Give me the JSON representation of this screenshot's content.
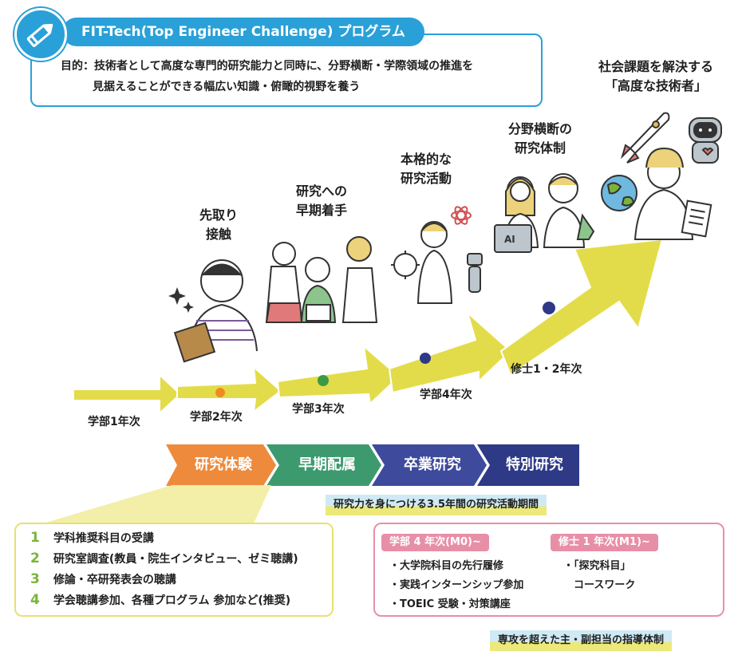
{
  "header": {
    "title": "FIT-Tech(Top Engineer Challenge) プログラム",
    "purpose_line1": "目的：技術者として高度な専門的研究能力と同時に、分野横断・学際領域の推進を",
    "purpose_line2": "見据えることができる幅広い知識・俯瞰的視野を養う"
  },
  "stages": {
    "s1": "先取り\n接触",
    "s2": "研究への\n早期着手",
    "s3": "本格的な\n研究活動",
    "s4": "分野横断の\n研究体制",
    "s5": "社会課題を解決する\n「高度な技術者」"
  },
  "years": {
    "y1": "学部1年次",
    "y2": "学部2年次",
    "y3": "学部3年次",
    "y4": "学部4年次",
    "y5": "修士1・2年次"
  },
  "icons": {
    "ai_label": "AI"
  },
  "phases": [
    {
      "label": "研究体験",
      "color": "#ee8a3c"
    },
    {
      "label": "早期配属",
      "color": "#3d9a6e"
    },
    {
      "label": "卒業研究",
      "color": "#3e4a9b"
    },
    {
      "label": "特別研究",
      "color": "#2e3a86"
    }
  ],
  "period_note": "研究力を身につける3.5年間の研究活動期間",
  "left_list": [
    {
      "num": "1",
      "text": "学科推奨科目の受講"
    },
    {
      "num": "2",
      "text": "研究室調査(教員・院生インタビュー、ゼミ聴講)"
    },
    {
      "num": "3",
      "text": "修論・卒研発表会の聴講"
    },
    {
      "num": "4",
      "text": "学会聴講参加、各種プログラム 参加など(推奨)"
    }
  ],
  "right_box": {
    "undergrad_title": "学部 4 年次(M0)~",
    "undergrad_items": [
      "・大学院科目の先行履修",
      "・実践インターンシップ参加",
      "・TOEIC 受験・対策講座"
    ],
    "master_title": "修士 1 年次(M1)~",
    "master_items": [
      "・「探究科目」",
      "　コースワーク"
    ]
  },
  "guidance_note": "専攻を超えた主・副担当の指導体制",
  "colors": {
    "header_blue": "#2aa0d8",
    "arrow_yellow": "#e3dc4a",
    "dot_orange": "#ef8a22",
    "dot_green": "#3a9a45",
    "dot_navy": "#2e3a86",
    "left_box_yellow": "#e9e071",
    "right_box_pink": "#e88fa8"
  }
}
